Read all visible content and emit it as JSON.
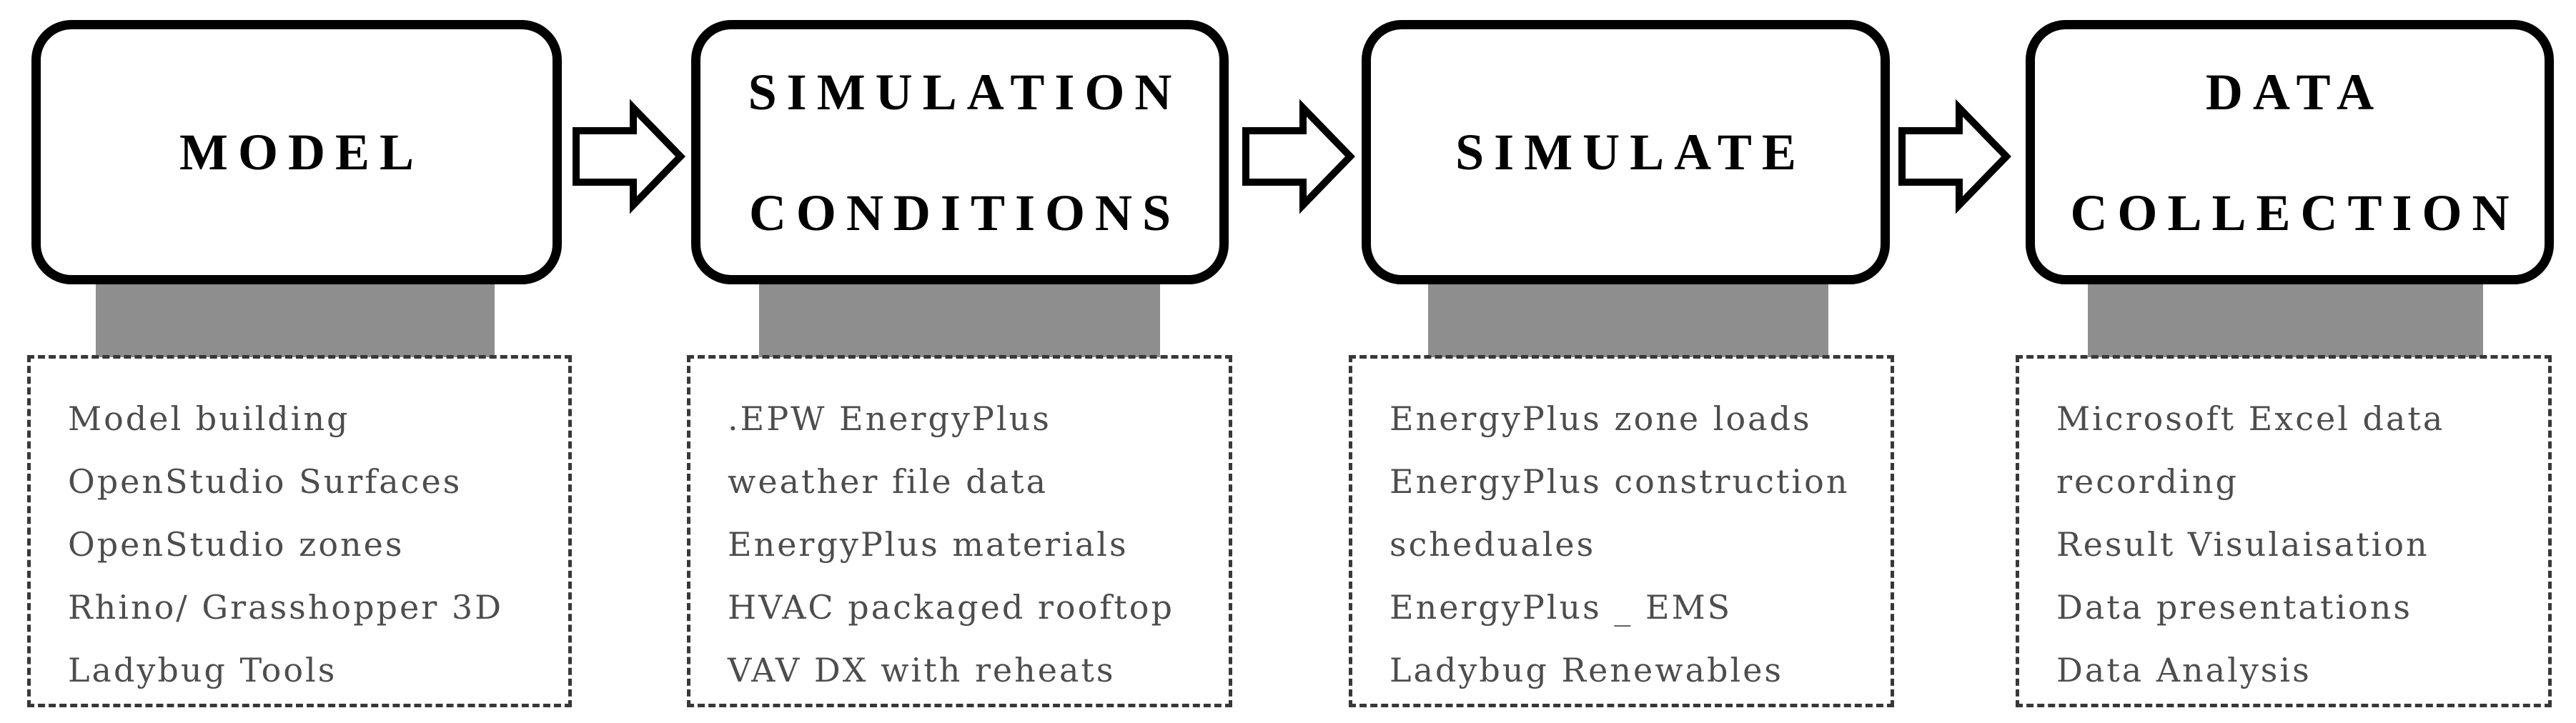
{
  "figure": {
    "type": "flowchart",
    "direction": "left-to-right",
    "colors": {
      "background": "#ffffff",
      "stage_border": "#000000",
      "stage_fill": "#ffffff",
      "title_text": "#000000",
      "connector_gray": "#8e8e8e",
      "dashed_border": "#383838",
      "detail_text": "#4d4d4d"
    },
    "arrow_icon": "block-arrow-right",
    "columns": [
      {
        "id": "model",
        "title_lines": [
          "MODEL"
        ],
        "lines": [
          "Model building",
          "OpenStudio Surfaces",
          "OpenStudio zones",
          "Rhino/ Grasshopper 3D",
          "Ladybug Tools"
        ]
      },
      {
        "id": "simulation-conditions",
        "title_lines": [
          "SIMULATION",
          "CONDITIONS"
        ],
        "lines": [
          ".EPW EnergyPlus",
          "weather file data",
          "EnergyPlus materials",
          "HVAC packaged rooftop",
          "VAV DX with reheats"
        ]
      },
      {
        "id": "simulate",
        "title_lines": [
          "SIMULATE"
        ],
        "lines": [
          "EnergyPlus zone loads",
          "EnergyPlus construction",
          "scheduales",
          "EnergyPlus _ EMS",
          "Ladybug Renewables"
        ]
      },
      {
        "id": "data-collection",
        "title_lines": [
          "DATA",
          "COLLECTION"
        ],
        "lines": [
          "Microsoft Excel data",
          "recording",
          "Result Visulaisation",
          "Data presentations",
          "Data Analysis"
        ]
      }
    ]
  }
}
